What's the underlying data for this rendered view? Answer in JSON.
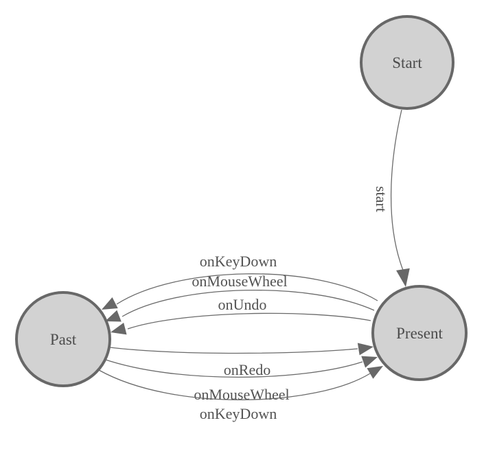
{
  "diagram": {
    "type": "state-machine",
    "background": "#ffffff",
    "colors": {
      "node_fill": "#d2d2d2",
      "node_stroke": "#686868",
      "edge_stroke": "#6a6a6a",
      "arrowhead_fill": "#686868",
      "node_text": "#4c4c4c",
      "edge_text": "#525252"
    },
    "nodes": [
      {
        "id": "start",
        "label": "Start"
      },
      {
        "id": "present",
        "label": "Present"
      },
      {
        "id": "past",
        "label": "Past"
      }
    ],
    "edges": [
      {
        "from": "Start",
        "to": "Present",
        "label": "start"
      },
      {
        "from": "Present",
        "to": "Past",
        "label": "onKeyDown"
      },
      {
        "from": "Present",
        "to": "Past",
        "label": "onMouseWheel"
      },
      {
        "from": "Present",
        "to": "Past",
        "label": "onUndo"
      },
      {
        "from": "Past",
        "to": "Present",
        "label": "onRedo"
      },
      {
        "from": "Past",
        "to": "Present",
        "label": "onMouseWheel"
      },
      {
        "from": "Past",
        "to": "Present",
        "label": "onKeyDown"
      }
    ]
  }
}
